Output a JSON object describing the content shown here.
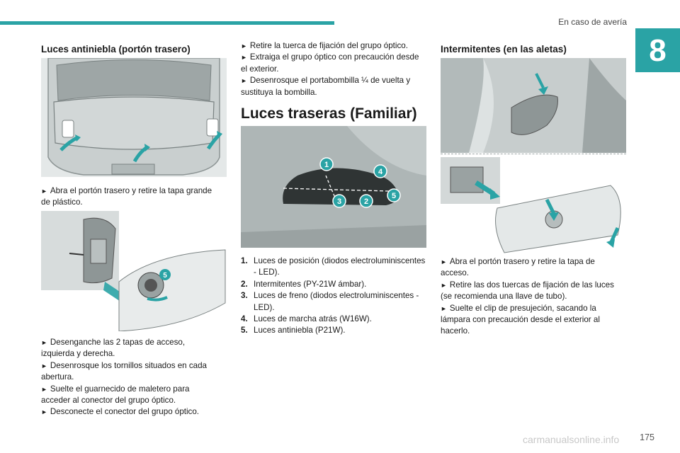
{
  "header": {
    "section_title": "En caso de avería",
    "chapter_number": "8",
    "accent_color": "#2aa3a5"
  },
  "col1": {
    "heading": "Luces antiniebla (portón trasero)",
    "para1": [
      "Abra el portón trasero y retire la tapa grande",
      "de plástico."
    ],
    "para2": [
      "Desenganche las 2 tapas de acceso,",
      "izquierda y derecha.",
      "Desenrosque los tornillos situados en cada",
      "abertura.",
      "Suelte el guarnecido de maletero para",
      "acceder al conector del grupo óptico.",
      "Desconecte el conector del grupo óptico."
    ],
    "fig2_label": "5"
  },
  "col2": {
    "para_top": [
      "Retire la tuerca de fijación del grupo óptico.",
      "Extraiga el grupo óptico con precaución desde",
      "el exterior.",
      "Desenrosque el portabombilla ¼ de vuelta y",
      "sustituya la bombilla."
    ],
    "heading": "Luces traseras (Familiar)",
    "callouts": [
      "1",
      "4",
      "5",
      "3",
      "2"
    ],
    "list": [
      {
        "num": "1.",
        "text": "Luces de posición (diodos electroluminiscentes - LED)."
      },
      {
        "num": "2.",
        "text": "Intermitentes (PY-21W ámbar)."
      },
      {
        "num": "3.",
        "text": "Luces de freno (diodos electroluminiscentes - LED)."
      },
      {
        "num": "4.",
        "text": "Luces de marcha atrás (W16W)."
      },
      {
        "num": "5.",
        "text": "Luces antiniebla (P21W)."
      }
    ]
  },
  "col3": {
    "heading": "Intermitentes (en las aletas)",
    "para": [
      "Abra el portón trasero y retire la tapa de",
      "acceso.",
      "Retire las dos tuercas de fijación de las luces",
      "(se recomienda una llave de tubo).",
      "Suelte el clip de presujeción, sacando la",
      "lámpara con precaución desde el exterior al",
      "hacerlo."
    ]
  },
  "footer": {
    "page_number": "175",
    "watermark": "carmanualsonline.info"
  }
}
